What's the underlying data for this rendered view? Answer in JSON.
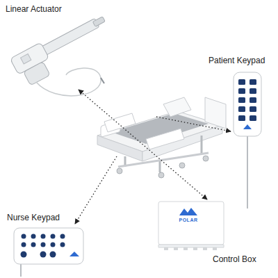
{
  "diagram": {
    "nodes": [
      {
        "text": [
          "Linear Actuator"
        ]
      },
      {
        "text": [
          "Patient Keypad"
        ]
      },
      {
        "text": [
          "Nurse Keypad"
        ]
      },
      {
        "text": [
          "Control Box"
        ]
      }
    ],
    "labels": [
      "POLAR"
    ]
  }
}
